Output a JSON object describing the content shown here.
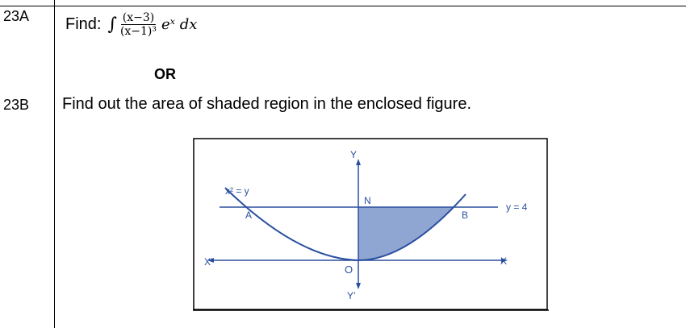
{
  "rows": [
    {
      "number": "23A",
      "find_label": "Find:",
      "integral_symbol": "∫",
      "numerator": "(x−3)",
      "denominator": "(x−1)³",
      "expression_tail": "eˣ dx"
    },
    {
      "number": "23B",
      "question": "Find out the area of shaded region in the enclosed figure."
    }
  ],
  "separator": "OR",
  "figure": {
    "curve_label": "x² = y",
    "line_label": "y = 4",
    "points": {
      "a": "A",
      "b": "B",
      "n": "N",
      "origin": "O"
    },
    "axes": {
      "x_pos": "X",
      "x_neg": "X’",
      "y_pos": "Y",
      "y_neg": "Y’"
    },
    "colors": {
      "curve": "#2b4fa0",
      "shade": "#8fa6d3",
      "axis": "#2b4fa0"
    }
  }
}
